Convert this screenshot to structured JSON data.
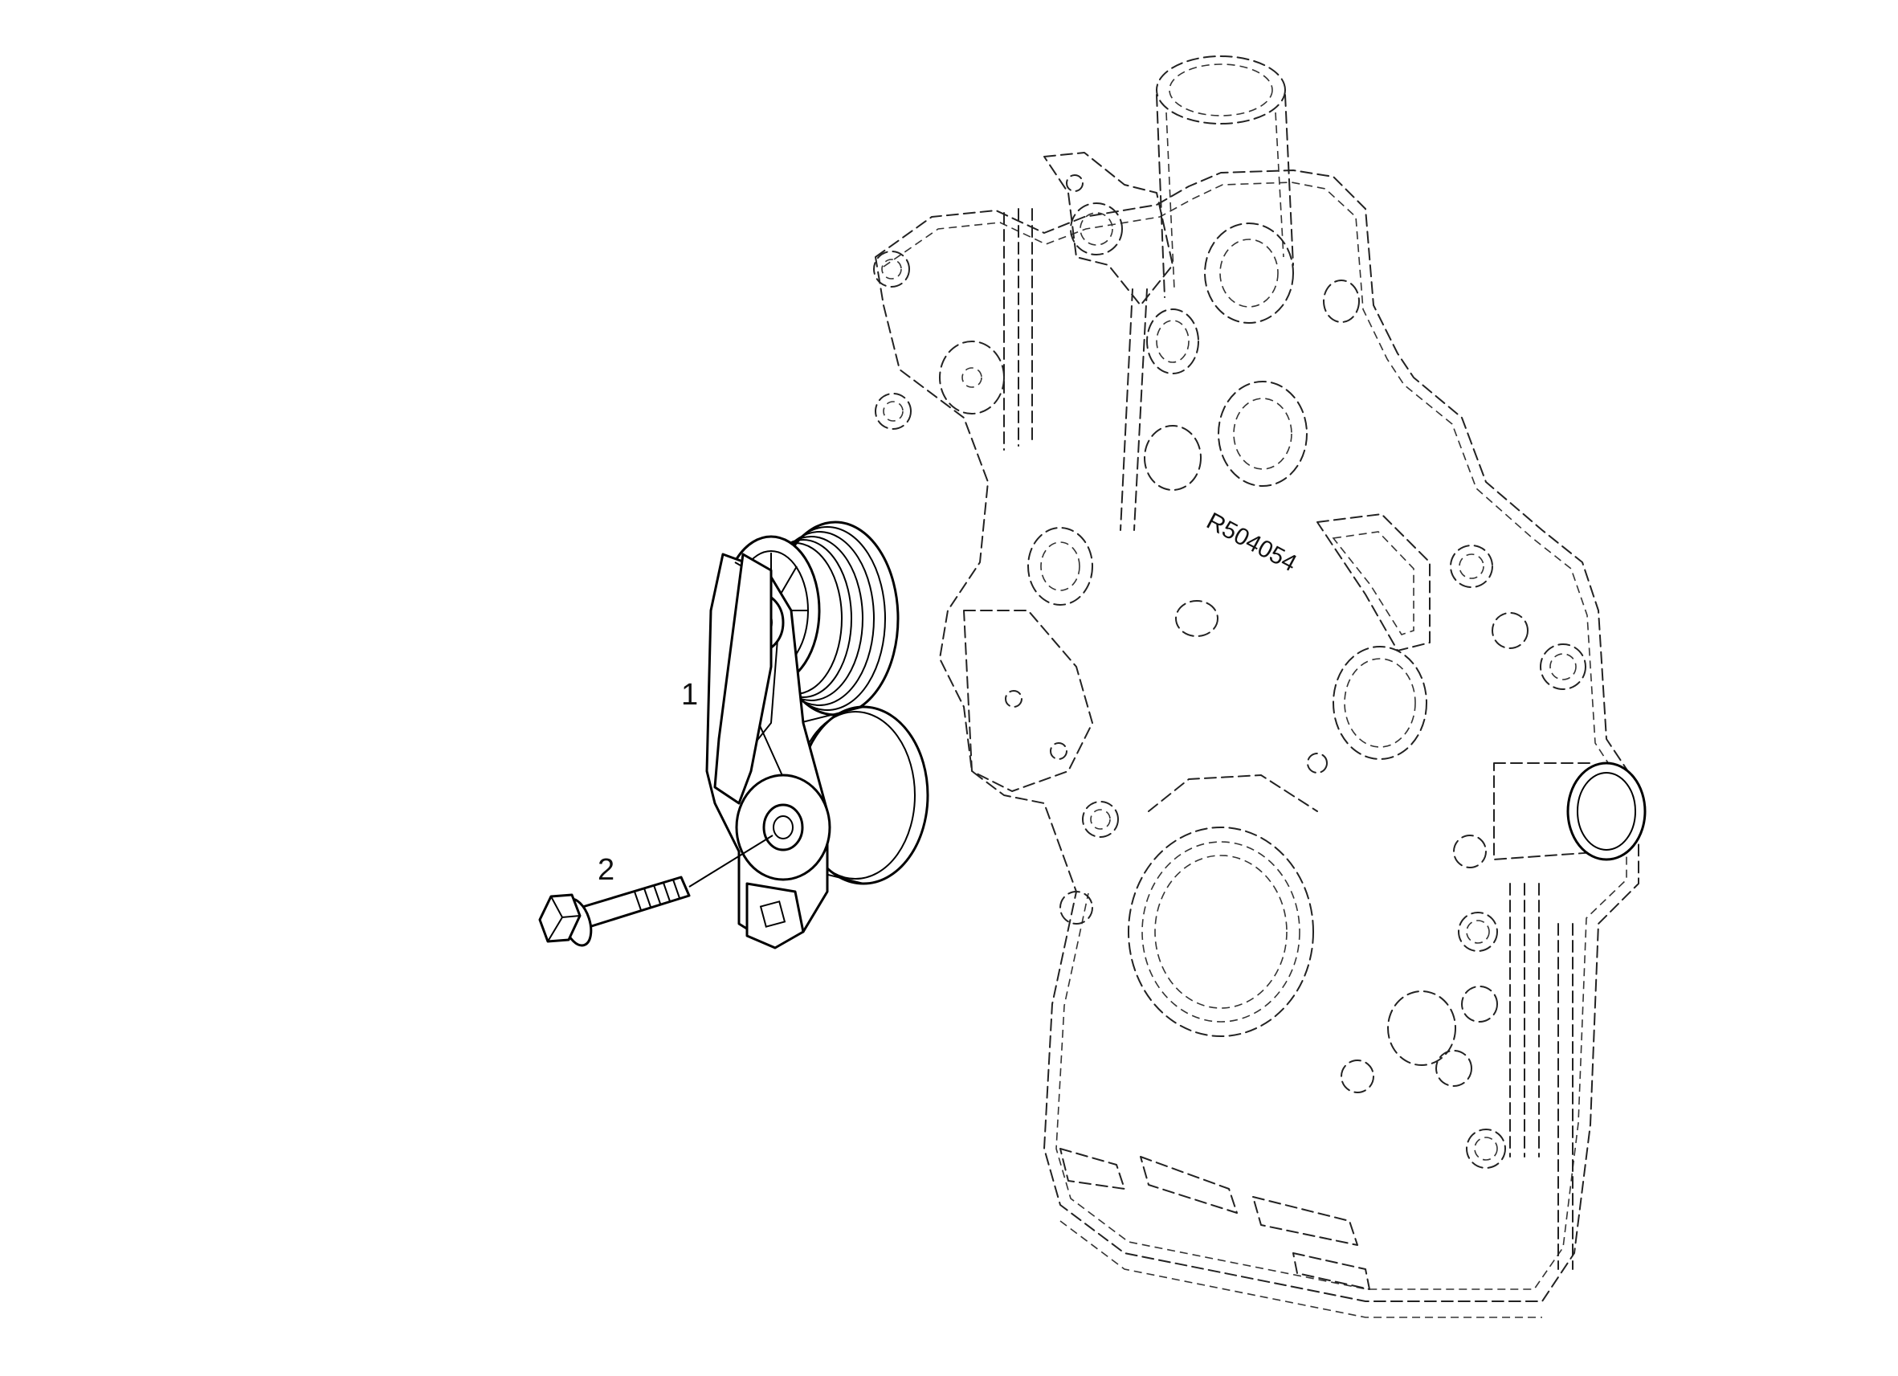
{
  "diagram": {
    "callouts": [
      {
        "id": "callout-1",
        "label": "1"
      },
      {
        "id": "callout-2",
        "label": "2"
      }
    ],
    "cover_part_number": "R504054"
  }
}
